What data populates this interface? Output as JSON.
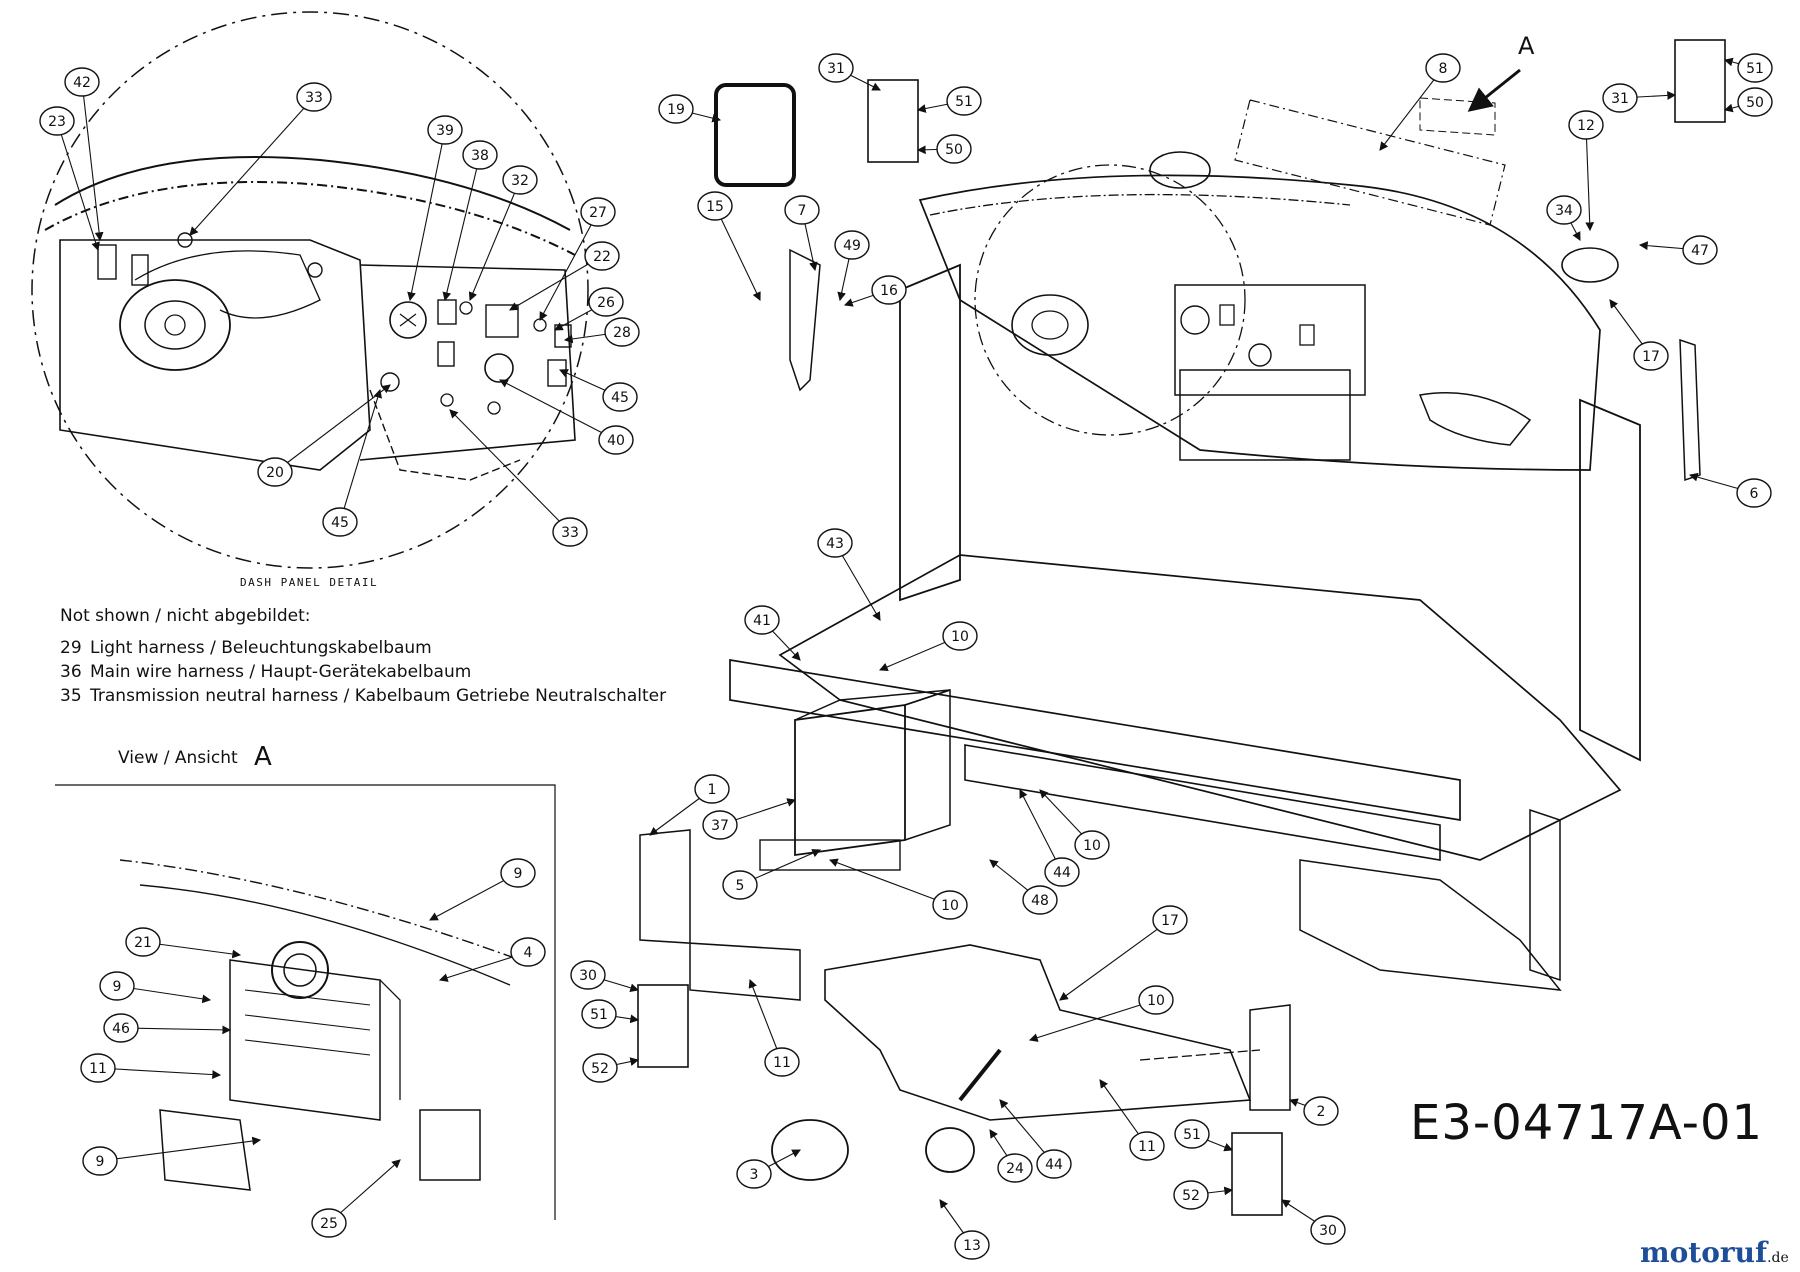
{
  "diagram": {
    "code": "E3-04717A-01",
    "dash_caption": "DASH PANEL DETAIL",
    "view_caption": "View / Ansicht",
    "view_letter": "A",
    "arrow_letter": "A",
    "brand": {
      "name": "motoruf",
      "tld": ".de"
    },
    "colors": {
      "ink": "#111111",
      "brand_red": "#c0392b",
      "brand_blue": "#1f4e99",
      "brand_green": "#3a7d2e"
    }
  },
  "not_shown": {
    "heading": "Not shown / nicht abgebildet:",
    "items": [
      {
        "num": "29",
        "text": "Light harness / Beleuchtungskabelbaum"
      },
      {
        "num": "36",
        "text": "Main wire harness / Haupt-Gerätekabelbaum"
      },
      {
        "num": "35",
        "text": "Transmission neutral harness / Kabelbaum Getriebe Neutralschalter"
      }
    ]
  },
  "callouts": [
    "42",
    "23",
    "33",
    "39",
    "38",
    "32",
    "27",
    "22",
    "26",
    "28",
    "45",
    "40",
    "33",
    "45",
    "20",
    "19",
    "31",
    "51",
    "50",
    "15",
    "7",
    "49",
    "16",
    "8",
    "51",
    "31",
    "50",
    "12",
    "34",
    "47",
    "17",
    "6",
    "43",
    "41",
    "10",
    "37",
    "1",
    "5",
    "10",
    "44",
    "10",
    "48",
    "30",
    "51",
    "52",
    "11",
    "17",
    "10",
    "2",
    "11",
    "44",
    "24",
    "3",
    "13",
    "51",
    "52",
    "30",
    "9",
    "21",
    "4",
    "9",
    "46",
    "11",
    "9",
    "25"
  ]
}
